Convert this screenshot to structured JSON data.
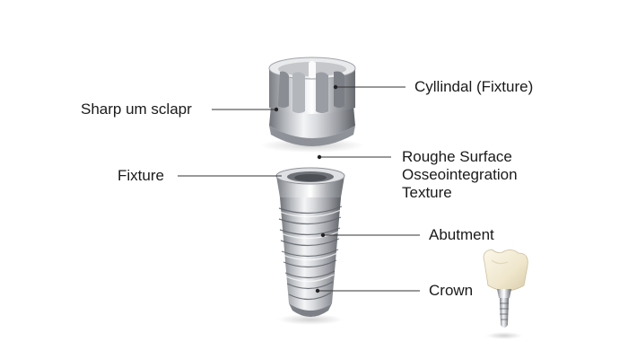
{
  "labels": {
    "cylindal": "Cyllindal (Fixture)",
    "sharp": "Sharp um sclapr",
    "rough": {
      "line1": "Roughe Surface",
      "line2": "Osseointegration",
      "line3": "Texture"
    },
    "fixture": "Fixture",
    "abutment": "Abutment",
    "crown": "Crown"
  },
  "colors": {
    "metal_light": "#f2f3f5",
    "metal_mid": "#b9bcc1",
    "metal_dark": "#6d7076",
    "leader": "#333333",
    "tooth": "#f3ecd8"
  }
}
